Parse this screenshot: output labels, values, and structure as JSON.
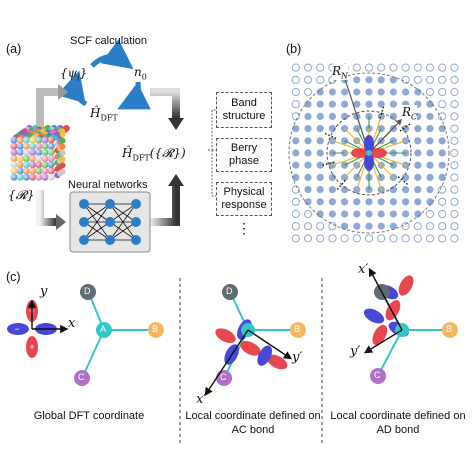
{
  "panel_a": {
    "label": "(a)",
    "scf_title": "SCF calculation",
    "psi": "{ψ",
    "psi_sub": "i",
    "psi_close": "}",
    "n0": "n",
    "n0_sub": "0",
    "h_dft": "Ĥ",
    "h_dft_sub": "DFT",
    "r_set": "{𝓡}",
    "nn_title": "Neural networks",
    "h_dft_r": "Ĥ",
    "h_dft_r_sub": "DFT",
    "h_dft_r_arg": "({𝓡})",
    "outputs": [
      "Band structure",
      "Berry phase",
      "Physical response"
    ],
    "ellipsis": "⋮"
  },
  "panel_b": {
    "label": "(b)",
    "rn": "R",
    "rn_sub": "N",
    "rc": "R",
    "rc_sub": "C"
  },
  "panel_c": {
    "label": "(c)",
    "atoms": {
      "A": "A",
      "B": "B",
      "C": "C",
      "D": "D"
    },
    "axes_global": {
      "x": "x",
      "y": "y"
    },
    "axes_local1": {
      "x": "x′",
      "y": "y′"
    },
    "axes_local2": {
      "x": "x′",
      "y": "y′"
    },
    "captions": [
      "Global DFT coordinate",
      "Local coordinate defined on AC bond",
      "Local coordinate defined on AD bond"
    ],
    "colors": {
      "atom_A": "#35c6c9",
      "atom_B": "#f5b860",
      "atom_C": "#b070c8",
      "atom_D": "#5f6b75",
      "lobe_red": "#e8474f",
      "lobe_blue": "#4747d8"
    }
  }
}
